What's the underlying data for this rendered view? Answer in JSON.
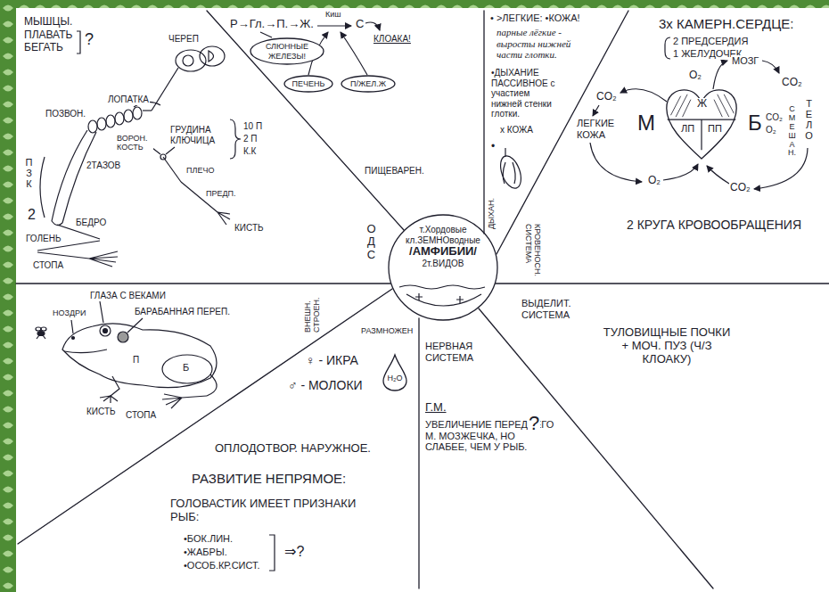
{
  "diagram": {
    "nodes": [
      {
        "text": [
          "СЛЮННЫЕ ЖЕЛЕЗЫ!"
        ]
      },
      {
        "text": [
          "ПЕЧЕНЬ"
        ]
      },
      {
        "text": [
          "П/ЖЕЛ.Ж"
        ]
      },
      {
        "text": [
          "Ж",
          "ЛП",
          "ПП"
        ]
      },
      {
        "text": [
          "т.Хордовые",
          "кл.ЗЕМНОводные",
          "/АМФИБИИ/",
          "2т.ВИДОВ"
        ]
      },
      {
        "text": [
          "H₂O"
        ]
      }
    ],
    "labels": [
      "МЫШЦЫ.",
      "ПЛАВАТЬ",
      "БЕГАТЬ",
      "?",
      "ЧЕРЕП",
      "ЛОПАТКА",
      "ПОЗВОН.",
      "П З К",
      "2",
      "2ТАЗОВ",
      "БЕДРО",
      "ГОЛЕНЬ",
      "СТОПА",
      "ГРУДИНА КЛЮЧИЦА",
      "ВОРОН. КОСТЬ",
      "10 П",
      "2 П",
      "К.К",
      "ПЛЕЧО",
      "ПРЕДП.",
      "КИСТЬ",
      "О Д С",
      "Р→Гл.→П.→Ж.",
      "Киш",
      "С",
      "КЛОАКА!",
      "ПИЩЕВАРЕН.",
      "• >ЛЕГКИЕ: •КОЖА!",
      "парные лёгкие - выросты нижней части глотки.",
      "•ДЫХАНИЕ ПАССИВНОЕ с участием нижней стенки глотки.",
      "x КОЖА",
      "•",
      "ДЫХАН.",
      "КРОВЕНОСН. СИСТЕМА",
      "3х КАМЕРН.СЕРДЦЕ:",
      "2 ПРЕДСЕРДИЯ",
      "1 ЖЕЛУДОЧЕК",
      "МОЗГ",
      "CO₂",
      "O₂",
      "CO₂",
      "ЛЕГКИЕ КОЖА",
      "М",
      "Б",
      "CO₂",
      "O₂",
      "СМЕШАН.",
      "ТЕЛО",
      "O₂",
      "CO₂",
      "2 КРУГА КРОВООБРАЩЕНИЯ",
      "ВНЕШН. СТРОЕН.",
      "НОЗДРИ",
      "ГЛАЗА С ВЕКАМИ",
      "БАРАБАННАЯ ПЕРЕП.",
      "П",
      "Б",
      "КИСТЬ",
      "СТОПА",
      "РАЗМНОЖЕН",
      "♀ - ИКРА",
      "♂ - МОЛОКИ",
      "ОПЛОДОТВОР. НАРУЖНОЕ.",
      "РАЗВИТИЕ НЕПРЯМОЕ:",
      "ГОЛОВАСТИК ИМЕЕТ ПРИЗНАКИ РЫБ:",
      "•БОК.ЛИН.",
      "•ЖАБРЫ.",
      "•ОСОБ.КР.СИСТ.",
      "⇒?",
      "НЕРВНАЯ СИСТЕМА",
      "Г.М.",
      "УВЕЛИЧЕНИЕ ПЕРЕДНЕГО М. МОЗЖЕЧКА, НО СЛАБЕЕ, ЧЕМ У РЫБ.",
      "?",
      "ВЫДЕЛИТ. СИСТЕМА",
      "ТУЛОВИЩНЫЕ ПОЧКИ + МОЧ. ПУЗ (Ч/З КЛОАКУ)"
    ]
  }
}
